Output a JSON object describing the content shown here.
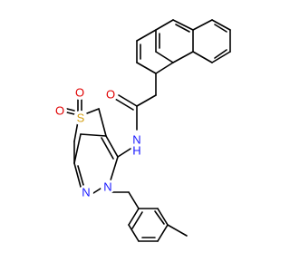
{
  "molecule": {
    "atoms": {
      "sulfur": {
        "symbol": "S",
        "color": "#d4a017"
      },
      "sulfonyl_oxygen_top": {
        "symbol": "O",
        "color": "#e00000"
      },
      "sulfonyl_oxygen_left": {
        "symbol": "O",
        "color": "#e00000"
      },
      "amide_oxygen": {
        "symbol": "O",
        "color": "#e00000"
      },
      "amide_nitrogen": {
        "symbol": "N",
        "color": "#1a1aff"
      },
      "amide_hydrogen": {
        "symbol": "H",
        "color": "#1a1aff"
      },
      "pyrazole_nitrogen_1": {
        "symbol": "N",
        "color": "#1a1aff"
      },
      "pyrazole_nitrogen_2": {
        "symbol": "N",
        "color": "#1a1aff"
      }
    },
    "bond_color": "#000000"
  }
}
